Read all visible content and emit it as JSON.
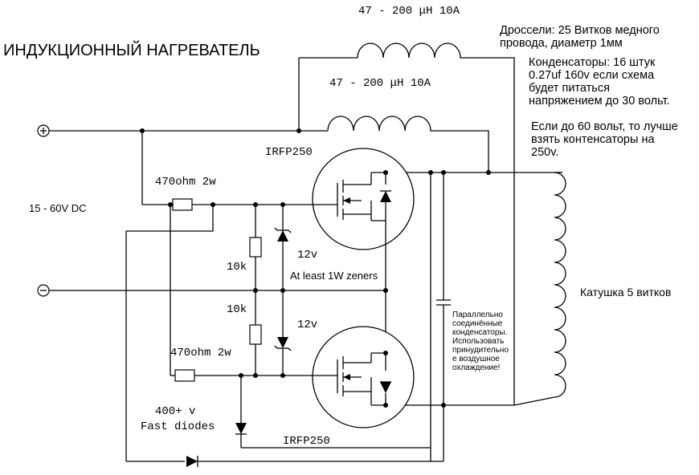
{
  "title": "ИНДУКЦИОННЫЙ НАГРЕВАТЕЛЬ",
  "chokes": {
    "top_label": "47 - 200 μH 10A",
    "second_label": "47 - 200 μH 10A"
  },
  "notes": {
    "chokes": "Дроссели: 25 Витков медного\nпровода, диаметр 1мм",
    "capacitors": "Конденсаторы: 16 штук\n0.27uf 160v если схема\nбудет питаться\nнапряжением до 30 вольт.",
    "high_voltage": "Если до 60 вольт, то лучше\nвзять контенсаторы на\n250v."
  },
  "supply": {
    "plus_symbol": "+",
    "minus_symbol": "−",
    "range": "15 - 60V DC"
  },
  "components": {
    "mosfet_top": "IRFP250",
    "mosfet_bottom": "IRFP250",
    "gate_resistor_top": "470ohm 2w",
    "gate_resistor_bottom": "470ohm 2w",
    "pulldown_top": "10k",
    "pulldown_bottom": "10k",
    "zener_top": "12v",
    "zener_bottom": "12v",
    "zener_note": "At least 1W zeners",
    "diode_rating": "400+ v",
    "diode_type": "Fast diodes"
  },
  "capacitor_note": "Параллельно\nсоединённые\nконденсаторы.\nИспользовать\nпринудительно\nе воздушное\nохлаждение!",
  "coil_label": "Катушка 5 витков"
}
